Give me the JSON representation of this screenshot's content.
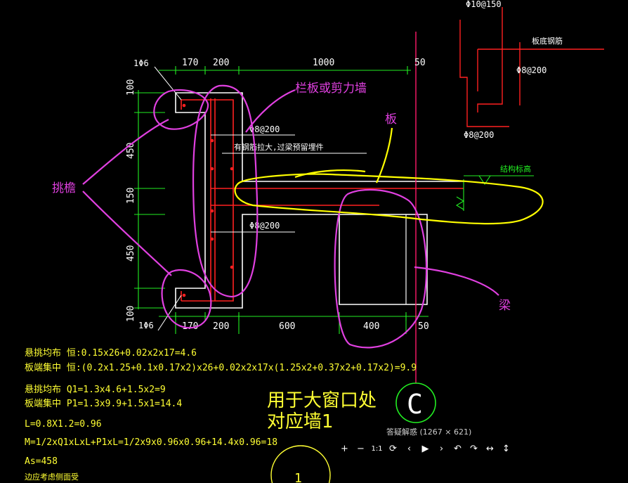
{
  "dims": {
    "top": [
      "170",
      "200",
      "1000",
      "50"
    ],
    "bottom": [
      "170",
      "200",
      "600",
      "400",
      "50"
    ],
    "left": [
      "100",
      "450",
      "150",
      "450",
      "100"
    ]
  },
  "rebar": {
    "top_corner": "1Φ6",
    "bottom_corner": "1Φ6",
    "wall_upper": "Φ8@200",
    "wall_lower": "Φ8@200",
    "note": "有钢筋拉大,过梁预留埋件",
    "top_right_1": "Φ10@150",
    "top_right_2": "Φ8@200",
    "top_right_3": "Φ8@200",
    "top_right_label": "板底钢筋",
    "struct_elev": "结构标高"
  },
  "annotations": {
    "wall": "栏板或剪力墙",
    "slab": "板",
    "eave": "挑檐",
    "beam": "梁"
  },
  "calc_lines": [
    "悬挑均布 恒:0.15x26+0.02x2x17=4.6",
    "板端集中 恒:(0.2x1.25+0.1x0.17x2)x26+0.02x2x17x(1.25x2+0.37x2+0.17x2)=9.9",
    "悬挑均布 Q1=1.3x4.6+1.5x2=9",
    "板端集中 P1=1.3x9.9+1.5x1=14.4",
    "L=0.8X1.2=0.96",
    "M=1/2xQ1xLxL+P1xL=1/2x9x0.96x0.96+14.4x0.96=18",
    "As=458",
    "边应考虑侧面受"
  ],
  "title_block": {
    "line1": "用于大窗口处",
    "line2": "对应墙1"
  },
  "axis_bubble": "C",
  "detail_bubble": "1",
  "viewer": {
    "caption": "答疑解惑 (1267 × 621)",
    "buttons": [
      "+",
      "−",
      "1:1",
      "⟳",
      "‹",
      "▶",
      "›",
      "↶",
      "↷",
      "↔",
      "↕"
    ]
  },
  "colors": {
    "bg": "#000000",
    "outline": "#ffffff",
    "dimension": "#00ff00",
    "cad_text": "#ffffff",
    "rebar": "#ff0000",
    "magenta": "#e040e0",
    "yellow": "#ffff00",
    "axis": "#ff0066"
  }
}
